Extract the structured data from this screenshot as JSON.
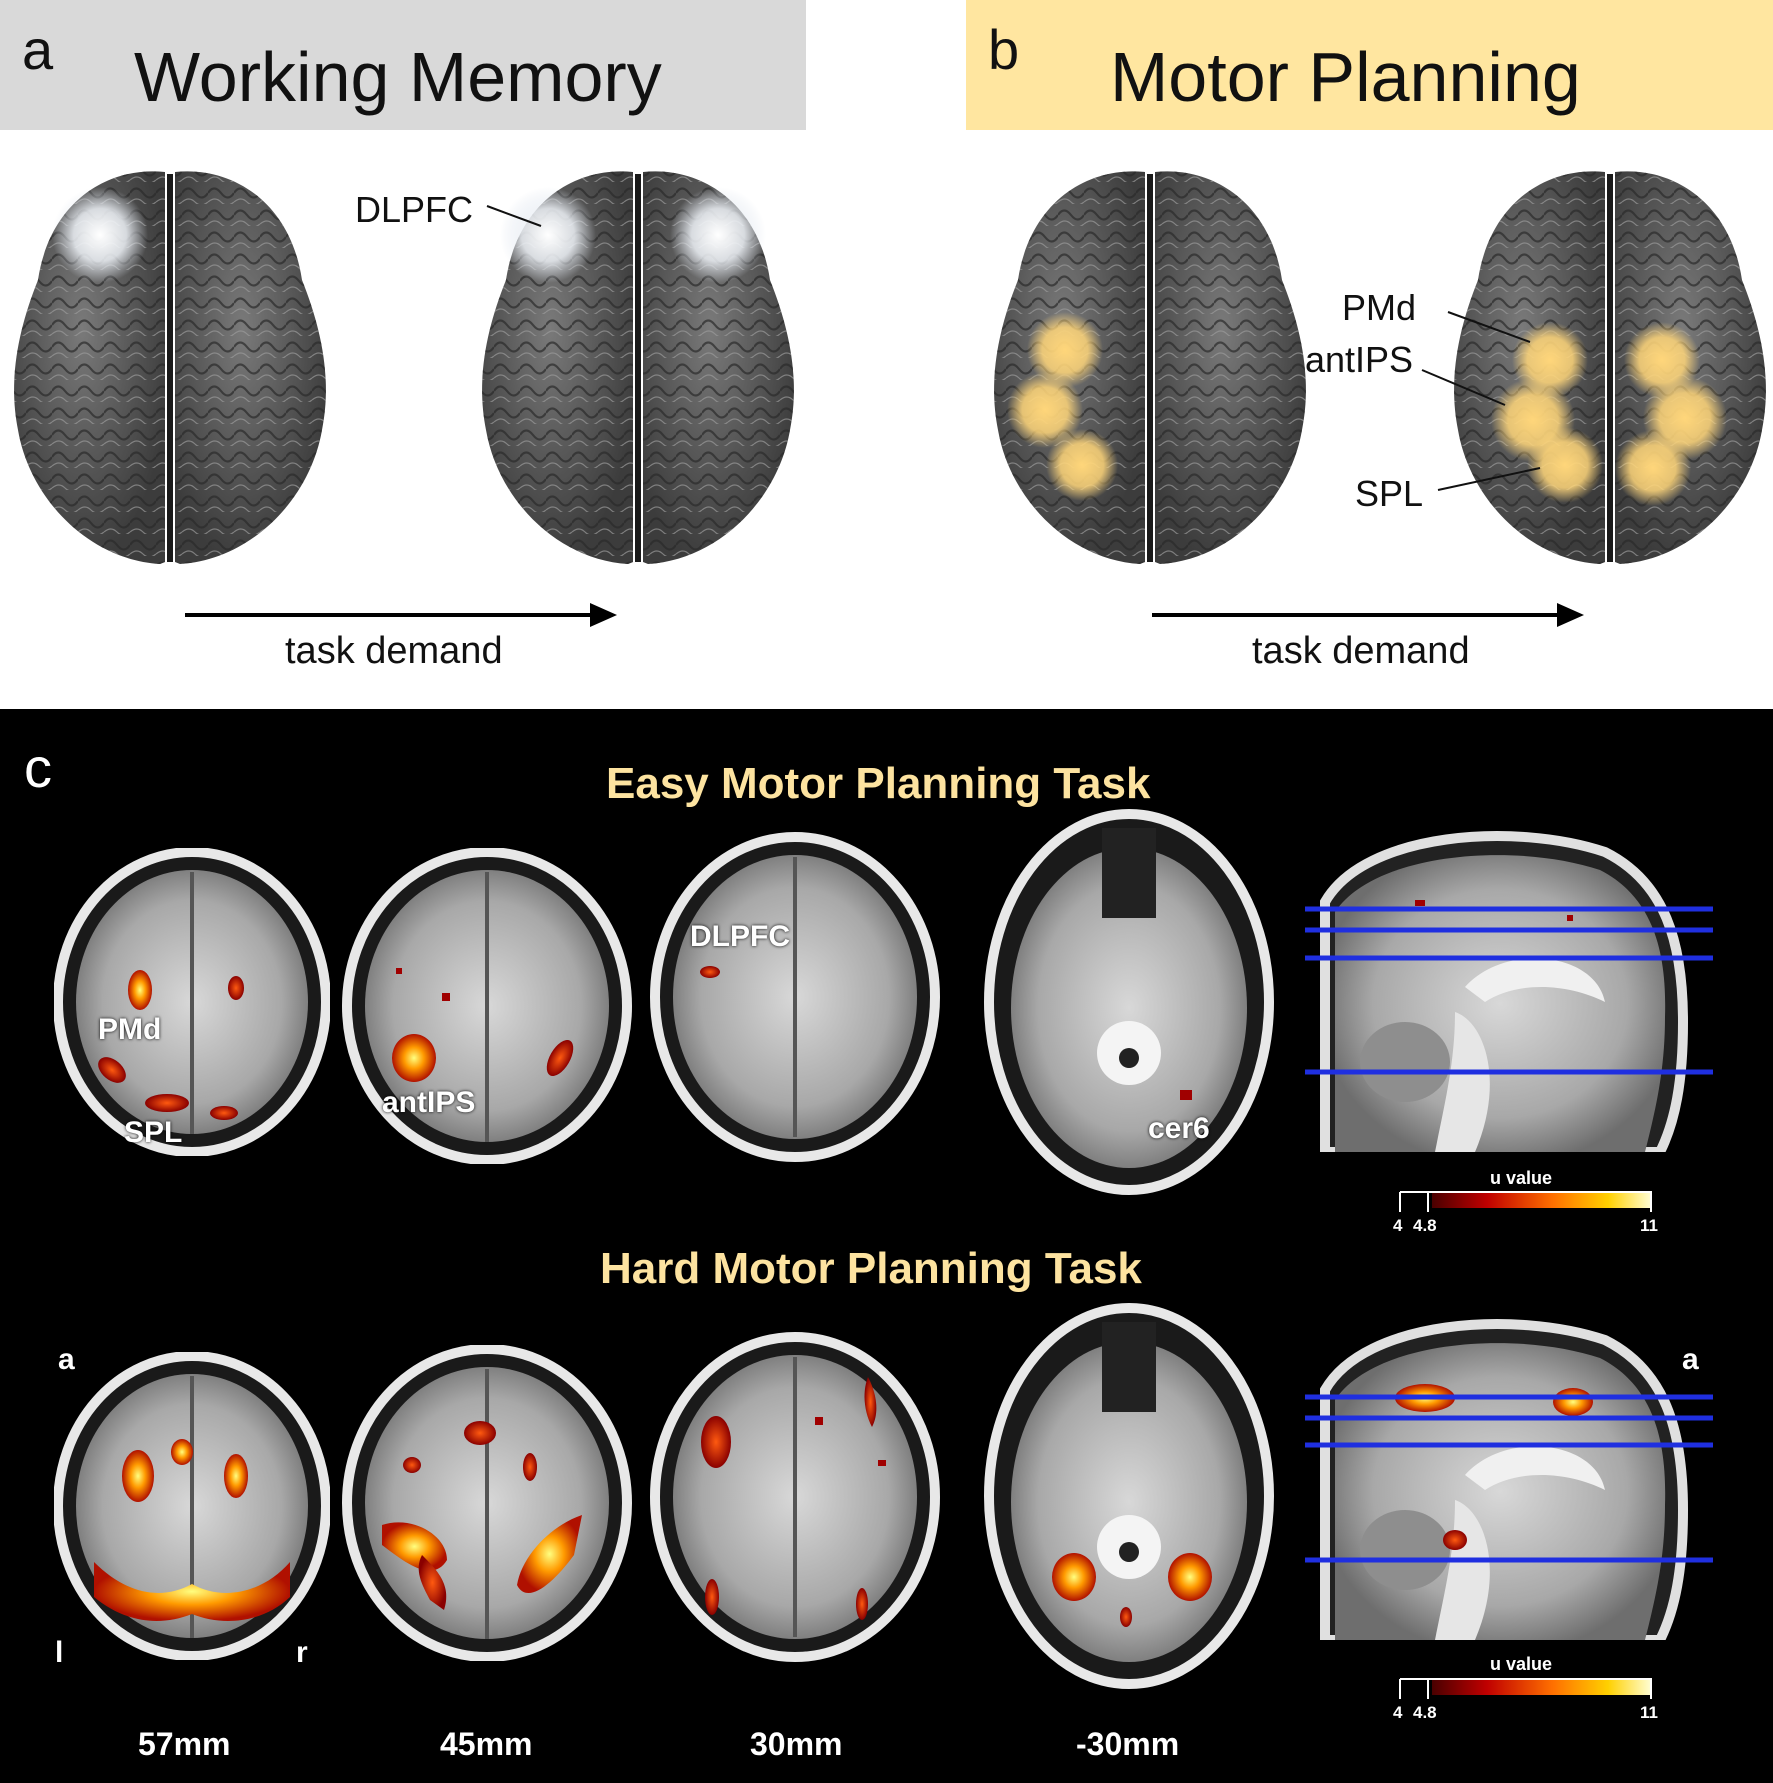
{
  "panel_a": {
    "letter": "a",
    "title": "Working Memory",
    "region_label": "DLPFC",
    "axis_label": "task demand",
    "colors": {
      "header_bg": "#d9d9d9",
      "activation": "#e8eef5"
    }
  },
  "panel_b": {
    "letter": "b",
    "title": "Motor Planning",
    "region_labels": {
      "pmd": "PMd",
      "antips": "antIPS",
      "spl": "SPL"
    },
    "axis_label": "task demand",
    "colors": {
      "header_bg": "#ffe6a0",
      "activation": "#ffd77a"
    }
  },
  "panel_c": {
    "letter": "c",
    "easy_title": "Easy Motor Planning Task",
    "hard_title": "Hard Motor Planning Task",
    "easy_labels": {
      "pmd": "PMd",
      "spl": "SPL",
      "antips": "antIPS",
      "dlpfc": "DLPFC",
      "cer6": "cer6"
    },
    "orientation": {
      "anterior": "a",
      "left": "l",
      "right": "r",
      "anterior_sagittal": "a"
    },
    "slice_depths": [
      "57mm",
      "45mm",
      "30mm",
      "-30mm"
    ],
    "colorbar": {
      "title": "u value",
      "ticks": [
        "4",
        "4.8",
        "11"
      ],
      "min": 4,
      "threshold": 4.8,
      "max": 11
    },
    "colors": {
      "title": "#fde3a0",
      "slice_lines": "#1f2fe0"
    }
  }
}
